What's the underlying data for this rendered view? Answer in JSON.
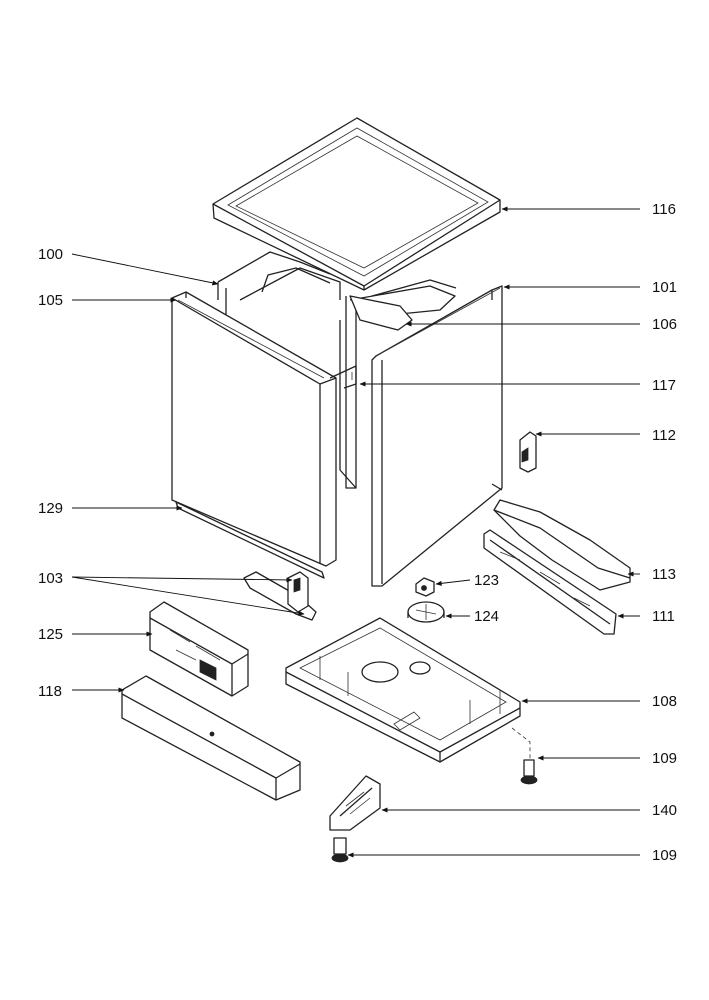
{
  "callouts": [
    {
      "id": "label-116",
      "text": "116"
    },
    {
      "id": "label-100",
      "text": "100"
    },
    {
      "id": "label-101",
      "text": "101"
    },
    {
      "id": "label-105",
      "text": "105"
    },
    {
      "id": "label-106",
      "text": "106"
    },
    {
      "id": "label-117",
      "text": "117"
    },
    {
      "id": "label-112",
      "text": "112"
    },
    {
      "id": "label-129",
      "text": "129"
    },
    {
      "id": "label-113",
      "text": "113"
    },
    {
      "id": "label-103",
      "text": "103"
    },
    {
      "id": "label-123",
      "text": "123"
    },
    {
      "id": "label-124",
      "text": "124"
    },
    {
      "id": "label-111",
      "text": "111"
    },
    {
      "id": "label-125",
      "text": "125"
    },
    {
      "id": "label-108",
      "text": "108"
    },
    {
      "id": "label-118",
      "text": "118"
    },
    {
      "id": "label-109a",
      "text": "109"
    },
    {
      "id": "label-140",
      "text": "140"
    },
    {
      "id": "label-109b",
      "text": "109"
    }
  ]
}
